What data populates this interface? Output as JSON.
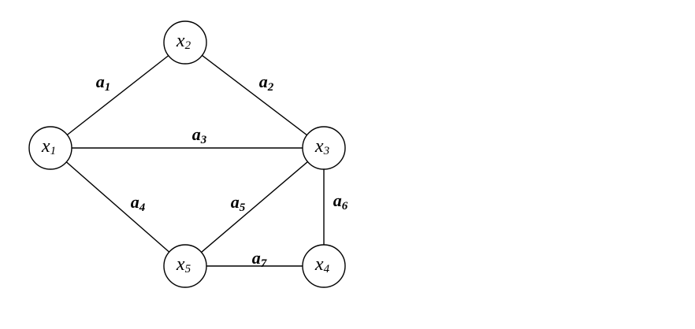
{
  "nodes": [
    {
      "id": "x1",
      "base": "x",
      "sub": "1"
    },
    {
      "id": "x2",
      "base": "x",
      "sub": "2"
    },
    {
      "id": "x3",
      "base": "x",
      "sub": "3"
    },
    {
      "id": "x4",
      "base": "x",
      "sub": "4"
    },
    {
      "id": "x5",
      "base": "x",
      "sub": "5"
    }
  ],
  "edges": [
    {
      "id": "a1",
      "from": "x1",
      "to": "x2",
      "base": "a",
      "sub": "1"
    },
    {
      "id": "a2",
      "from": "x2",
      "to": "x3",
      "base": "a",
      "sub": "2"
    },
    {
      "id": "a3",
      "from": "x1",
      "to": "x3",
      "base": "a",
      "sub": "3"
    },
    {
      "id": "a4",
      "from": "x1",
      "to": "x5",
      "base": "a",
      "sub": "4"
    },
    {
      "id": "a5",
      "from": "x5",
      "to": "x3",
      "base": "a",
      "sub": "5"
    },
    {
      "id": "a6",
      "from": "x3",
      "to": "x4",
      "base": "a",
      "sub": "6"
    },
    {
      "id": "a7",
      "from": "x5",
      "to": "x4",
      "base": "a",
      "sub": "7"
    }
  ],
  "colors": {
    "stroke": "#000000",
    "node_fill": "#ffffff",
    "background": "#ffffff"
  }
}
